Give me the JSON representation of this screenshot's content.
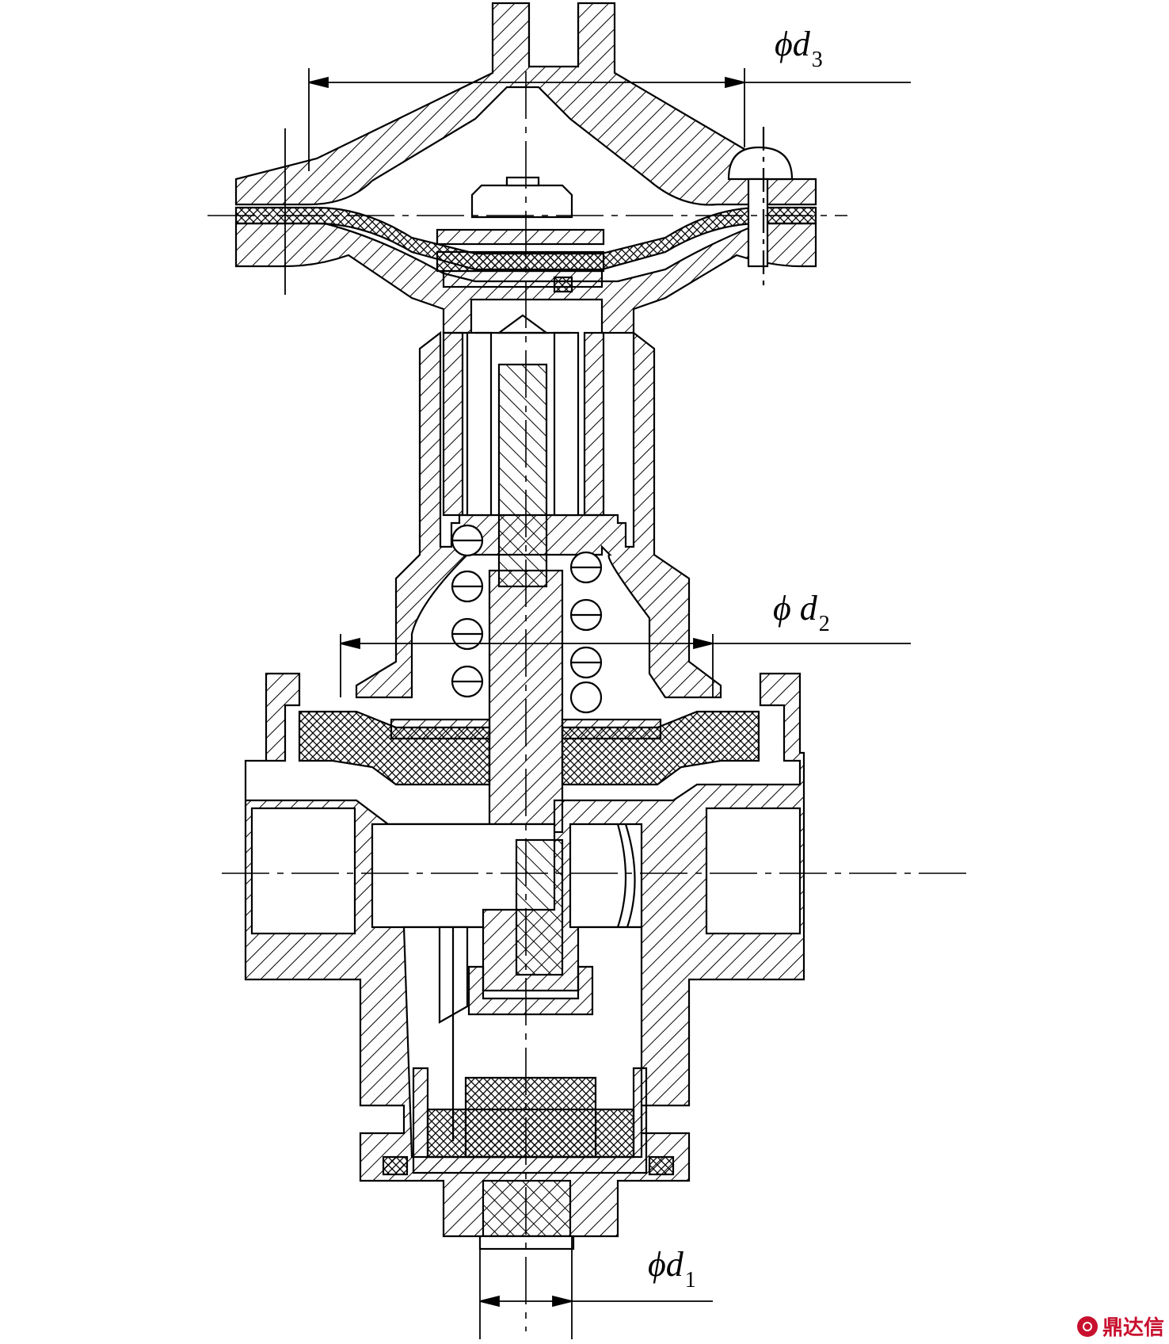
{
  "labels": {
    "d3": {
      "symbol": "ϕd",
      "sub": "3"
    },
    "d2": {
      "symbol": "ϕ d",
      "sub": "2"
    },
    "d1": {
      "symbol": "ϕd",
      "sub": "1"
    }
  },
  "watermark": {
    "text": "鼎达信",
    "color": "#c8102e"
  },
  "colors": {
    "line": "#000000",
    "background": "#ffffff"
  }
}
